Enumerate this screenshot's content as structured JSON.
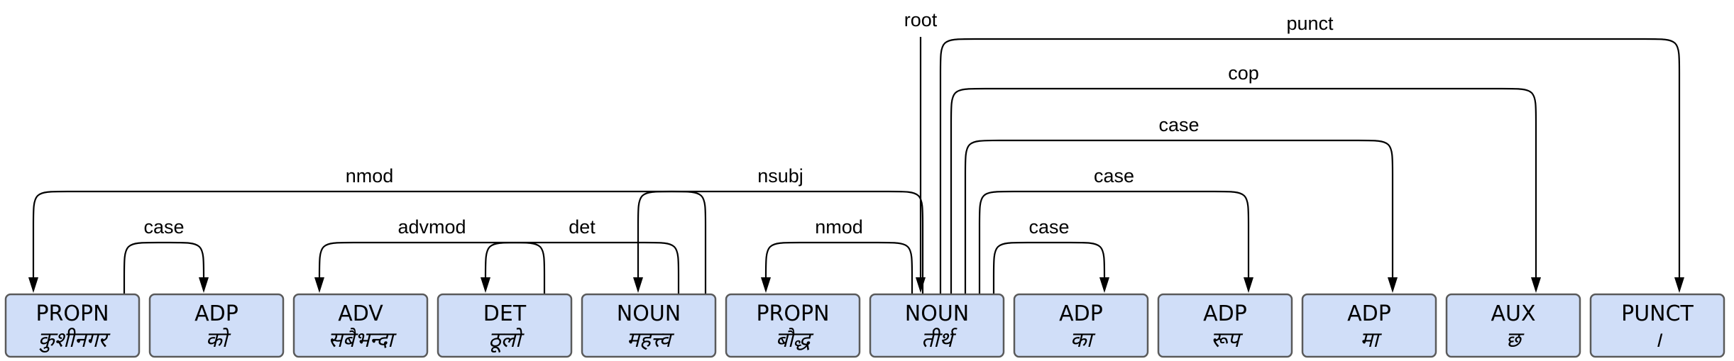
{
  "tokens": [
    {
      "pos": "PROPN",
      "word": "कुशीनगर"
    },
    {
      "pos": "ADP",
      "word": "को"
    },
    {
      "pos": "ADV",
      "word": "सबैभन्दा"
    },
    {
      "pos": "DET",
      "word": "ठूलो"
    },
    {
      "pos": "NOUN",
      "word": "महत्त्व"
    },
    {
      "pos": "PROPN",
      "word": "बौद्ध"
    },
    {
      "pos": "NOUN",
      "word": "तीर्थ"
    },
    {
      "pos": "ADP",
      "word": "का"
    },
    {
      "pos": "ADP",
      "word": "रूप"
    },
    {
      "pos": "ADP",
      "word": "मा"
    },
    {
      "pos": "AUX",
      "word": "छ"
    },
    {
      "pos": "PUNCT",
      "word": "।"
    }
  ],
  "root": {
    "label": "root",
    "target": 6
  },
  "arcs": [
    {
      "label": "case",
      "head": 0,
      "dep": 1
    },
    {
      "label": "nmod",
      "head": 4,
      "dep": 0
    },
    {
      "label": "advmod",
      "head": 3,
      "dep": 2
    },
    {
      "label": "det",
      "head": 4,
      "dep": 3
    },
    {
      "label": "nsubj",
      "head": 6,
      "dep": 4
    },
    {
      "label": "nmod",
      "head": 6,
      "dep": 5
    },
    {
      "label": "case",
      "head": 6,
      "dep": 7
    },
    {
      "label": "case",
      "head": 6,
      "dep": 8
    },
    {
      "label": "case",
      "head": 6,
      "dep": 9
    },
    {
      "label": "cop",
      "head": 6,
      "dep": 10
    },
    {
      "label": "punct",
      "head": 6,
      "dep": 11
    }
  ]
}
